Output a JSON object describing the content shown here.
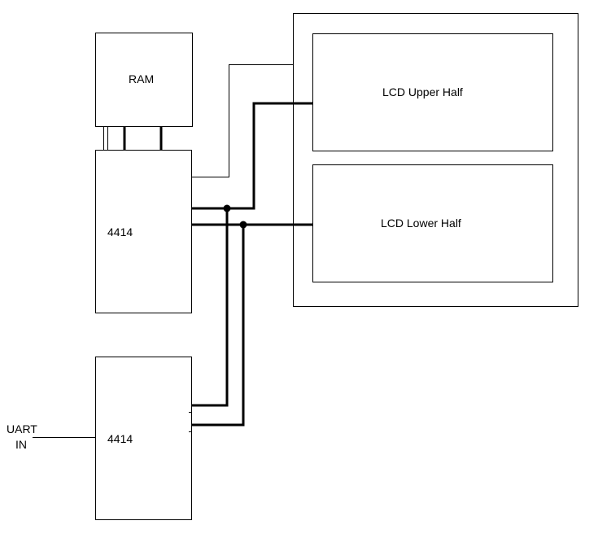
{
  "diagram": {
    "blocks": {
      "ram": "RAM",
      "chip_top": "4414",
      "chip_bottom": "4414",
      "lcd_upper": "LCD Upper Half",
      "lcd_lower": "LCD Lower Half"
    },
    "input_label": {
      "line1": "UART",
      "line2": "IN"
    },
    "colors": {
      "line": "#000000",
      "background": "#ffffff"
    }
  }
}
